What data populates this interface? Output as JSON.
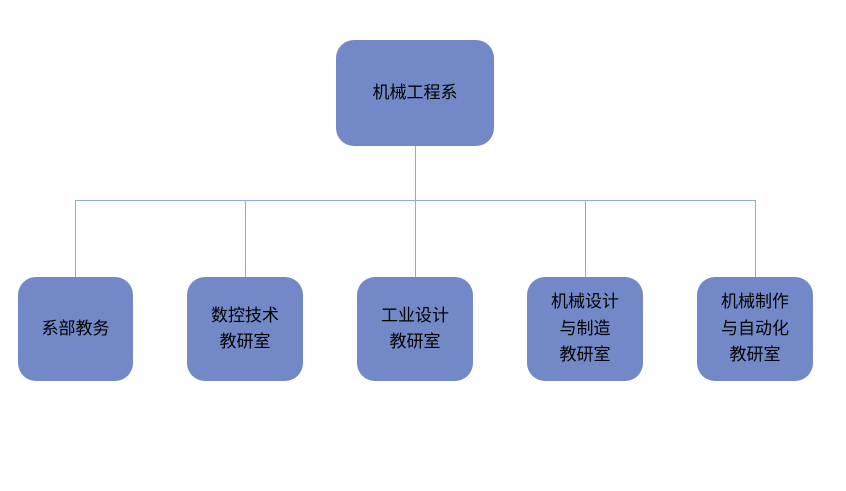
{
  "diagram": {
    "type": "org-chart",
    "root": {
      "label": "机械工程系"
    },
    "children": [
      {
        "label": "系部教务"
      },
      {
        "label": "数控技术\n教研室"
      },
      {
        "label": "工业设计\n教研室"
      },
      {
        "label": "机械设计\n与制造\n教研室"
      },
      {
        "label": "机械制作\n与自动化\n教研室"
      }
    ],
    "colors": {
      "box_fill": "#7389C7",
      "box_text": "#000000",
      "connector": "#8FAADC",
      "background": "#FFFFFF"
    }
  }
}
